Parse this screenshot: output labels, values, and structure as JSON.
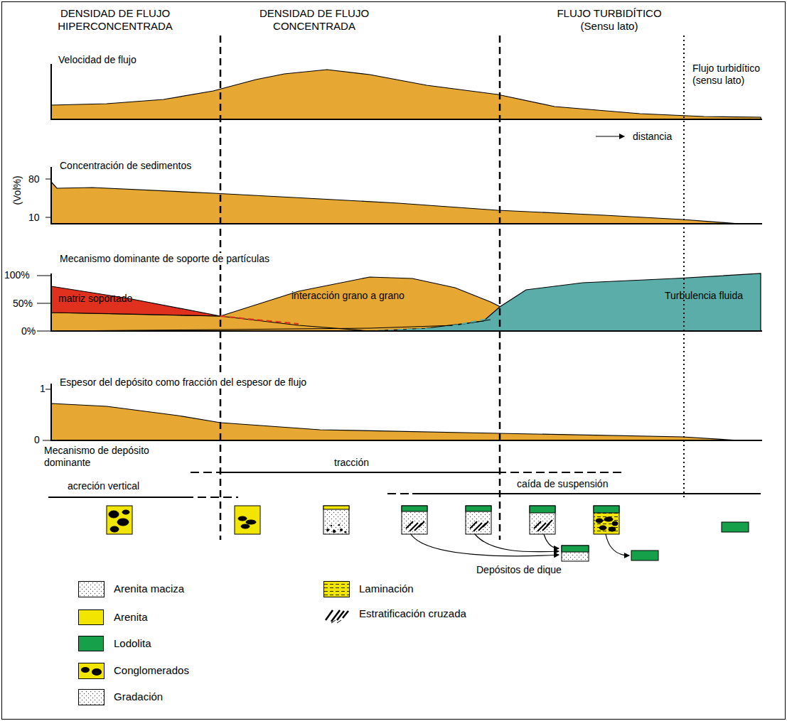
{
  "diagram": {
    "labels": [
      "DENSIDAD DE FLUJO HIPERCONCENTRADA",
      "DENSIDAD DE FLUJO CONCENTRADA",
      "FLUJO TURBIDÍTICO",
      "(Sensu lato)",
      "Velocidad de flujo",
      "Flujo turbidítico (sensu lato)",
      "distancia",
      "Concentración de sedimentos",
      "(Vol%)",
      "80",
      "10",
      "Mecanismo dominante de soporte de partículas",
      "100%",
      "50%",
      "0%",
      "matriz soportado",
      "interacción grano a grano",
      "Turbulencia fluida",
      "Espesor del depósito como fracción del espesor de flujo",
      "1",
      "0",
      "Mecanismo de depósito dominante",
      "acreción vertical",
      "tracción",
      "caída de suspensión",
      "Depósitos de dique"
    ],
    "legend": [
      {
        "text": "Arenita maciza"
      },
      {
        "text": "Laminación"
      },
      {
        "text": "Arenita",
        "color": "#f2e600"
      },
      {
        "text": "Estratificación cruzada"
      },
      {
        "text": "Lodolita",
        "color": "#17a04a"
      },
      {
        "text": "Conglomerados"
      },
      {
        "text": "Gradación"
      }
    ]
  }
}
